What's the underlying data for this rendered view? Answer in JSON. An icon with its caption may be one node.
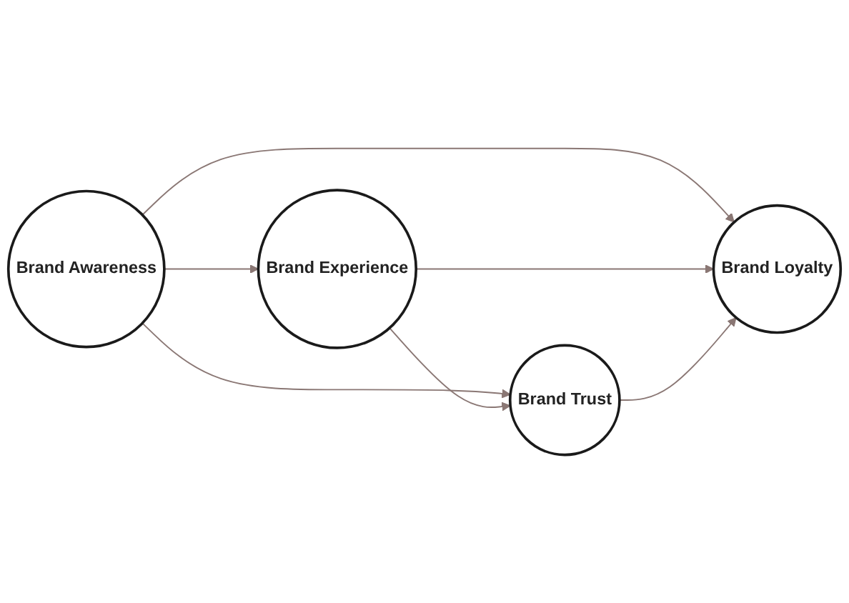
{
  "diagram": {
    "nodes": [
      {
        "text": [
          "Brand Awareness"
        ]
      },
      {
        "text": [
          "Brand Experience"
        ]
      },
      {
        "text": [
          "Brand Trust"
        ]
      },
      {
        "text": [
          "Brand Loyalty"
        ]
      }
    ],
    "edges": [
      {
        "from": 0,
        "to": 1,
        "arrow": "to"
      },
      {
        "from": 0,
        "to": 3,
        "arrow": "to"
      },
      {
        "from": 0,
        "to": 2,
        "arrow": "to"
      },
      {
        "from": 1,
        "to": 2,
        "arrow": "to"
      },
      {
        "from": 1,
        "to": 3,
        "arrow": "to"
      },
      {
        "from": 2,
        "to": 3,
        "arrow": "to"
      }
    ]
  }
}
